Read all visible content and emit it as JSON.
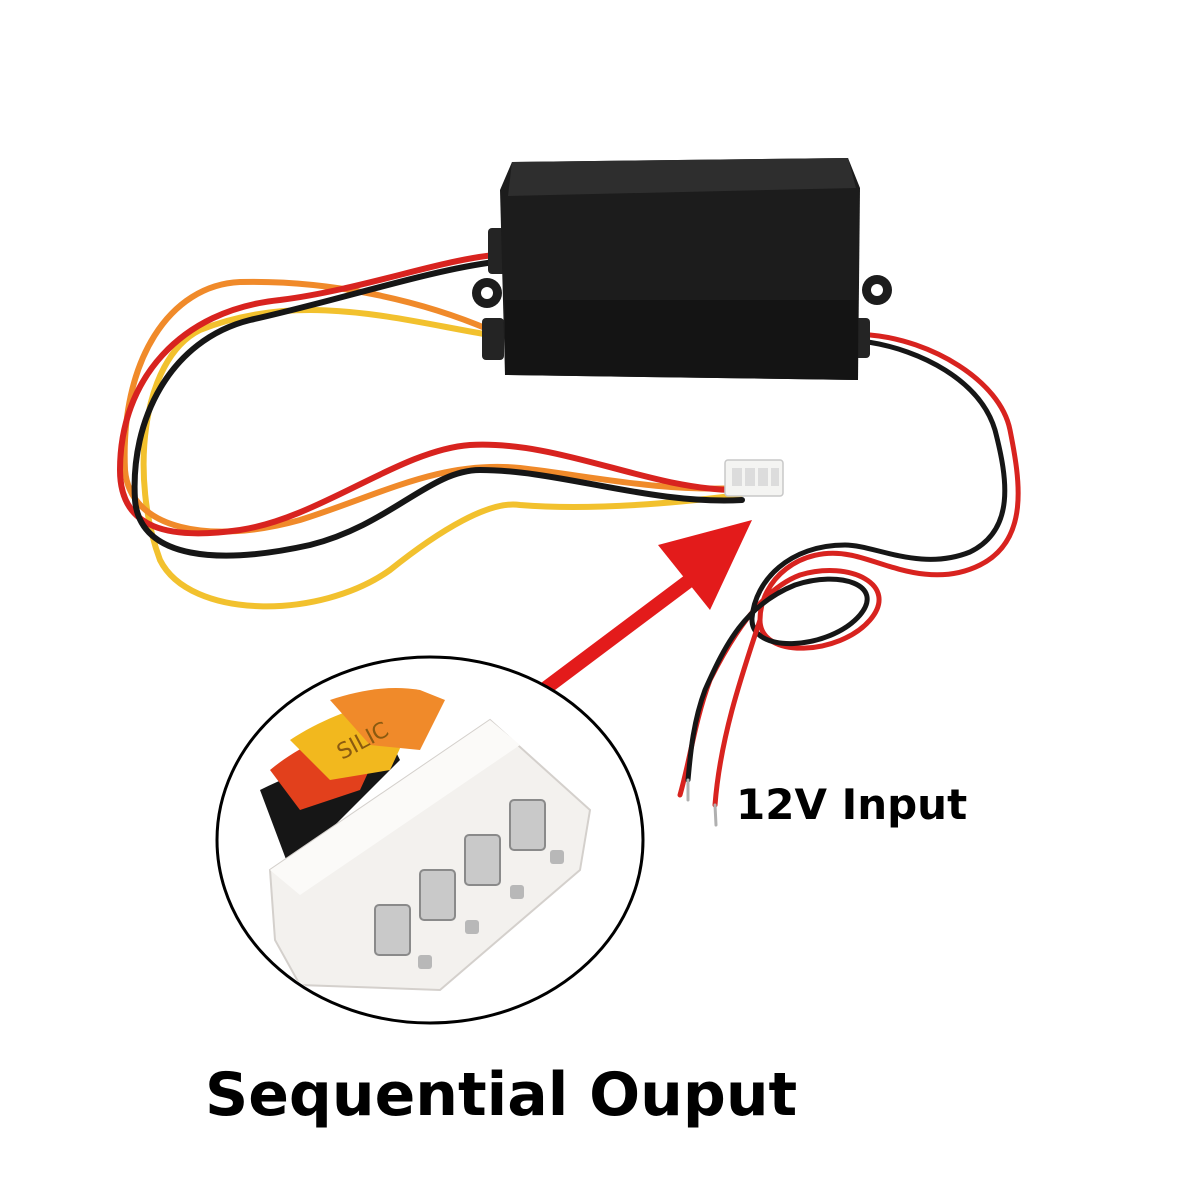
{
  "photo": {
    "subject": "sequential turn signal controller module with wiring",
    "colors": {
      "module_body": "#1c1c1c",
      "wire_red": "#d8231f",
      "wire_black": "#161616",
      "wire_orange": "#f08a2a",
      "wire_yellow": "#f2c12e",
      "connector": "#f4f4f2",
      "arrow": "#e31b1b"
    }
  },
  "labels": {
    "input": "12V Input",
    "output": "Sequential Ouput"
  },
  "zoom_inset": {
    "wire_print": "SILIC"
  }
}
